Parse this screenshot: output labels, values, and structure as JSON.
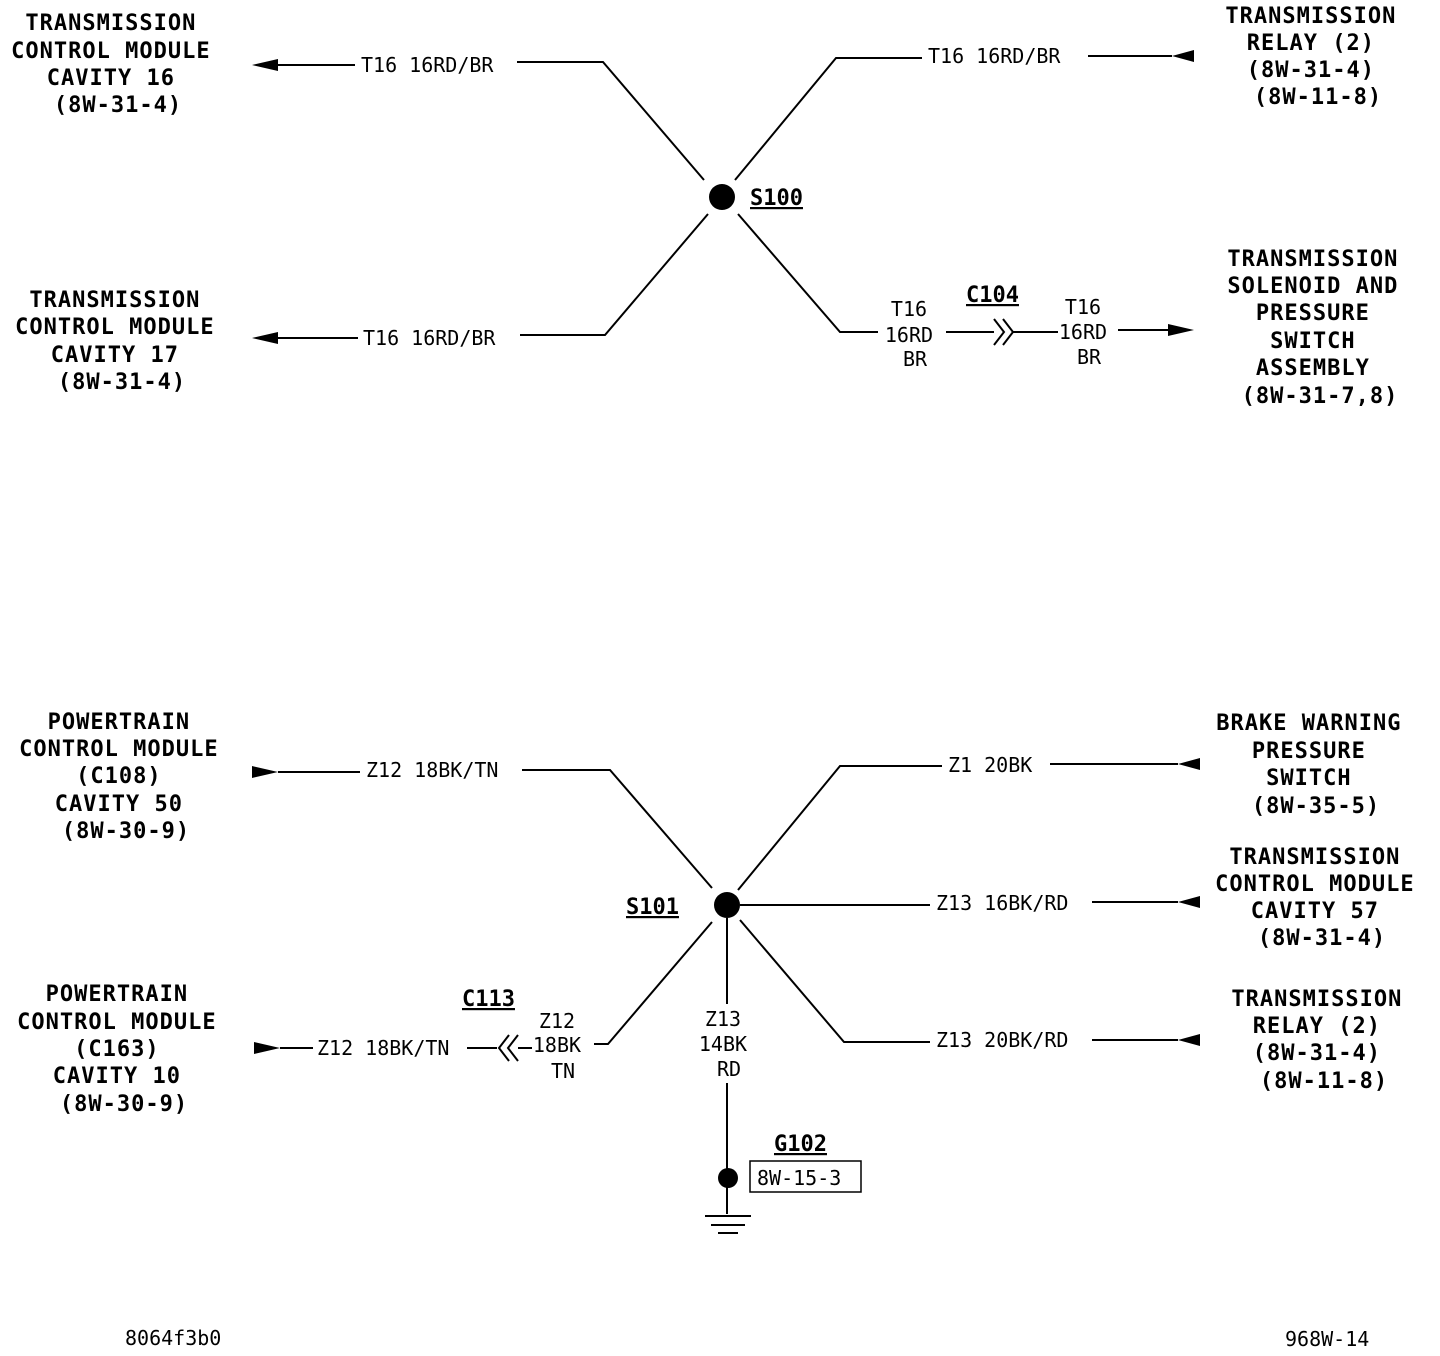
{
  "top": {
    "splice": "S100",
    "connector": "C104",
    "left_upper": {
      "component": [
        "TRANSMISSION",
        "CONTROL MODULE",
        "CAVITY 16",
        "(8W-31-4)"
      ],
      "wire": "T16 16RD/BR"
    },
    "left_lower": {
      "component": [
        "TRANSMISSION",
        "CONTROL MODULE",
        "CAVITY 17",
        "(8W-31-4)"
      ],
      "wire": "T16 16RD/BR"
    },
    "right_upper": {
      "component": [
        "TRANSMISSION",
        "RELAY (2)",
        "(8W-31-4)",
        "(8W-11-8)"
      ],
      "wire": "T16 16RD/BR"
    },
    "right_lower": {
      "component": [
        "TRANSMISSION",
        "SOLENOID AND",
        "PRESSURE",
        "SWITCH",
        "ASSEMBLY",
        "(8W-31-7,8)"
      ],
      "wire_left": [
        "T16",
        "16RD",
        "BR"
      ],
      "wire_right": [
        "T16",
        "16RD",
        "BR"
      ]
    }
  },
  "bottom": {
    "splice": "S101",
    "connector": "C113",
    "ground": "G102",
    "ground_ref": "8W-15-3",
    "left_upper": {
      "component": [
        "POWERTRAIN",
        "CONTROL MODULE",
        "(C108)",
        "CAVITY 50",
        "(8W-30-9)"
      ],
      "wire": "Z12 18BK/TN"
    },
    "left_lower": {
      "component": [
        "POWERTRAIN",
        "CONTROL MODULE",
        "(C163)",
        "CAVITY 10",
        "(8W-30-9)"
      ],
      "wire_outer": "Z12 18BK/TN",
      "wire_inner": [
        "Z12",
        "18BK",
        "TN"
      ]
    },
    "right_upper": {
      "component": [
        "BRAKE WARNING",
        "PRESSURE",
        "SWITCH",
        "(8W-35-5)"
      ],
      "wire": "Z1 20BK"
    },
    "right_middle": {
      "component": [
        "TRANSMISSION",
        "CONTROL MODULE",
        "CAVITY 57",
        "(8W-31-4)"
      ],
      "wire": "Z13 16BK/RD"
    },
    "right_lower": {
      "component": [
        "TRANSMISSION",
        "RELAY (2)",
        "(8W-31-4)",
        "(8W-11-8)"
      ],
      "wire": "Z13 20BK/RD"
    },
    "ground_wire": [
      "Z13",
      "14BK",
      "RD"
    ]
  },
  "footer": {
    "left_code": "8064f3b0",
    "right_code": "968W-14"
  }
}
